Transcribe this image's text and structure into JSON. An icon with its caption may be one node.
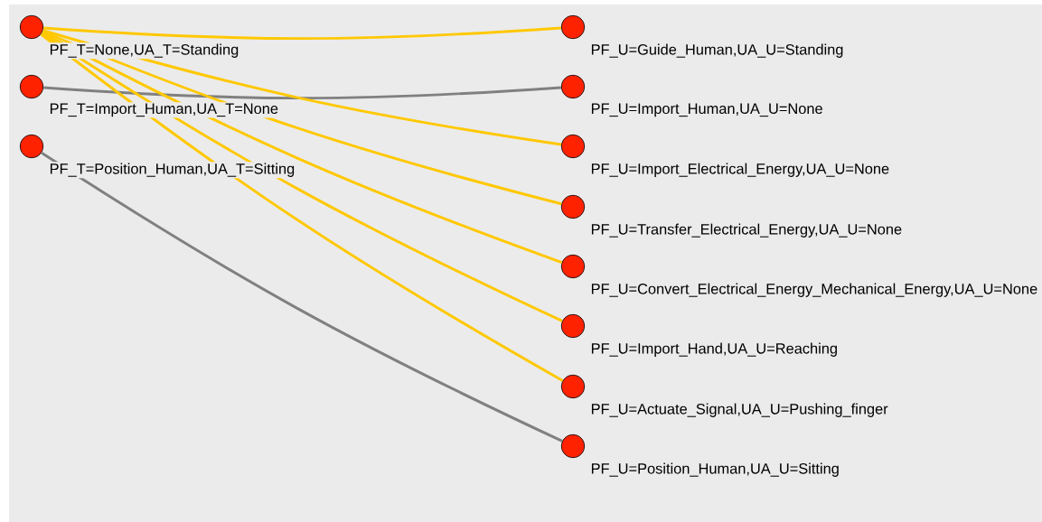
{
  "diagram": {
    "nodes": [
      {
        "text": [],
        "shape": "circle",
        "beside": [
          "PF_T=None,UA_T=Standing"
        ]
      },
      {
        "text": [],
        "shape": "circle",
        "beside": [
          "PF_T=Import_Human,UA_T=None"
        ]
      },
      {
        "text": [],
        "shape": "circle",
        "beside": [
          "PF_T=Position_Human,UA_T=Sitting"
        ]
      },
      {
        "text": [],
        "shape": "circle",
        "beside": [
          "PF_U=Guide_Human,UA_U=Standing"
        ]
      },
      {
        "text": [],
        "shape": "circle",
        "beside": [
          "PF_U=Import_Human,UA_U=None"
        ]
      },
      {
        "text": [],
        "shape": "circle",
        "beside": [
          "PF_U=Import_Electrical_Energy,UA_U=None"
        ]
      },
      {
        "text": [],
        "shape": "circle",
        "beside": [
          "PF_U=Transfer_Electrical_Energy,UA_U=None"
        ]
      },
      {
        "text": [],
        "shape": "circle",
        "beside": [
          "PF_U=Convert_Electrical_Energy_Mechanical_Energy,UA_U=None"
        ]
      },
      {
        "text": [],
        "shape": "circle",
        "beside": [
          "PF_U=Import_Hand,UA_U=Reaching"
        ]
      },
      {
        "text": [],
        "shape": "circle",
        "beside": [
          "PF_U=Actuate_Signal,UA_U=Pushing_finger"
        ]
      },
      {
        "text": [],
        "shape": "circle",
        "beside": [
          "PF_U=Position_Human,UA_U=Sitting"
        ]
      }
    ],
    "edges": [
      {
        "from": 0,
        "to": 3,
        "arrow": "none"
      },
      {
        "from": 1,
        "to": 4,
        "arrow": "none",
        "color": "#808080"
      },
      {
        "from": 0,
        "to": 5,
        "arrow": "none"
      },
      {
        "from": 0,
        "to": 6,
        "arrow": "none"
      },
      {
        "from": 0,
        "to": 7,
        "arrow": "none"
      },
      {
        "from": 0,
        "to": 8,
        "arrow": "none"
      },
      {
        "from": 0,
        "to": 9,
        "arrow": "none"
      },
      {
        "from": 2,
        "to": 10,
        "arrow": "none",
        "color": "#808080"
      }
    ]
  }
}
